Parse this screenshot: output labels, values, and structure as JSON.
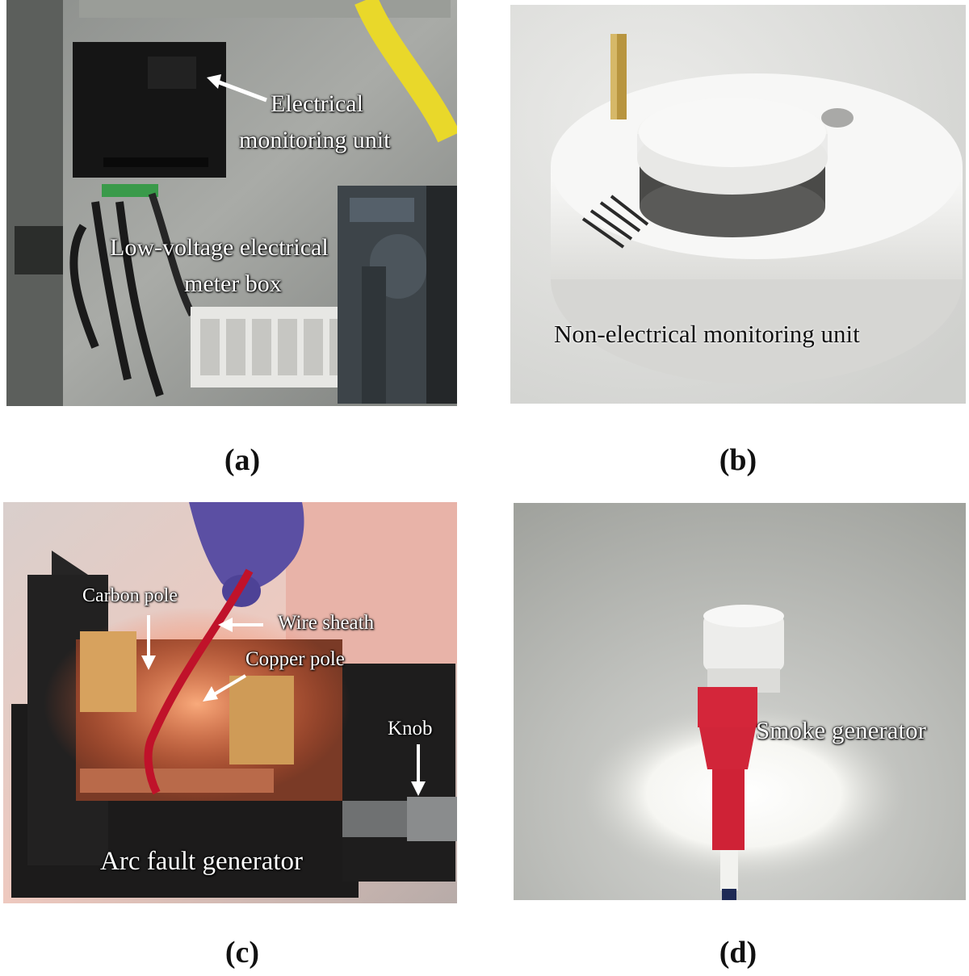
{
  "panels": {
    "a": {
      "caption": "(a)",
      "labels": {
        "electrical_monitoring_line1": "Electrical",
        "electrical_monitoring_line2": "monitoring unit",
        "meter_box_line1": "Low-voltage electrical",
        "meter_box_line2": "meter box"
      }
    },
    "b": {
      "caption": "(b)",
      "labels": {
        "non_electrical": "Non-electrical monitoring unit"
      }
    },
    "c": {
      "caption": "(c)",
      "labels": {
        "carbon_pole": "Carbon pole",
        "wire_sheath": "Wire sheath",
        "copper_pole": "Copper pole",
        "knob": "Knob",
        "arc_fault": "Arc fault generator"
      }
    },
    "d": {
      "caption": "(d)",
      "labels": {
        "smoke_generator": "Smoke generator"
      }
    }
  }
}
